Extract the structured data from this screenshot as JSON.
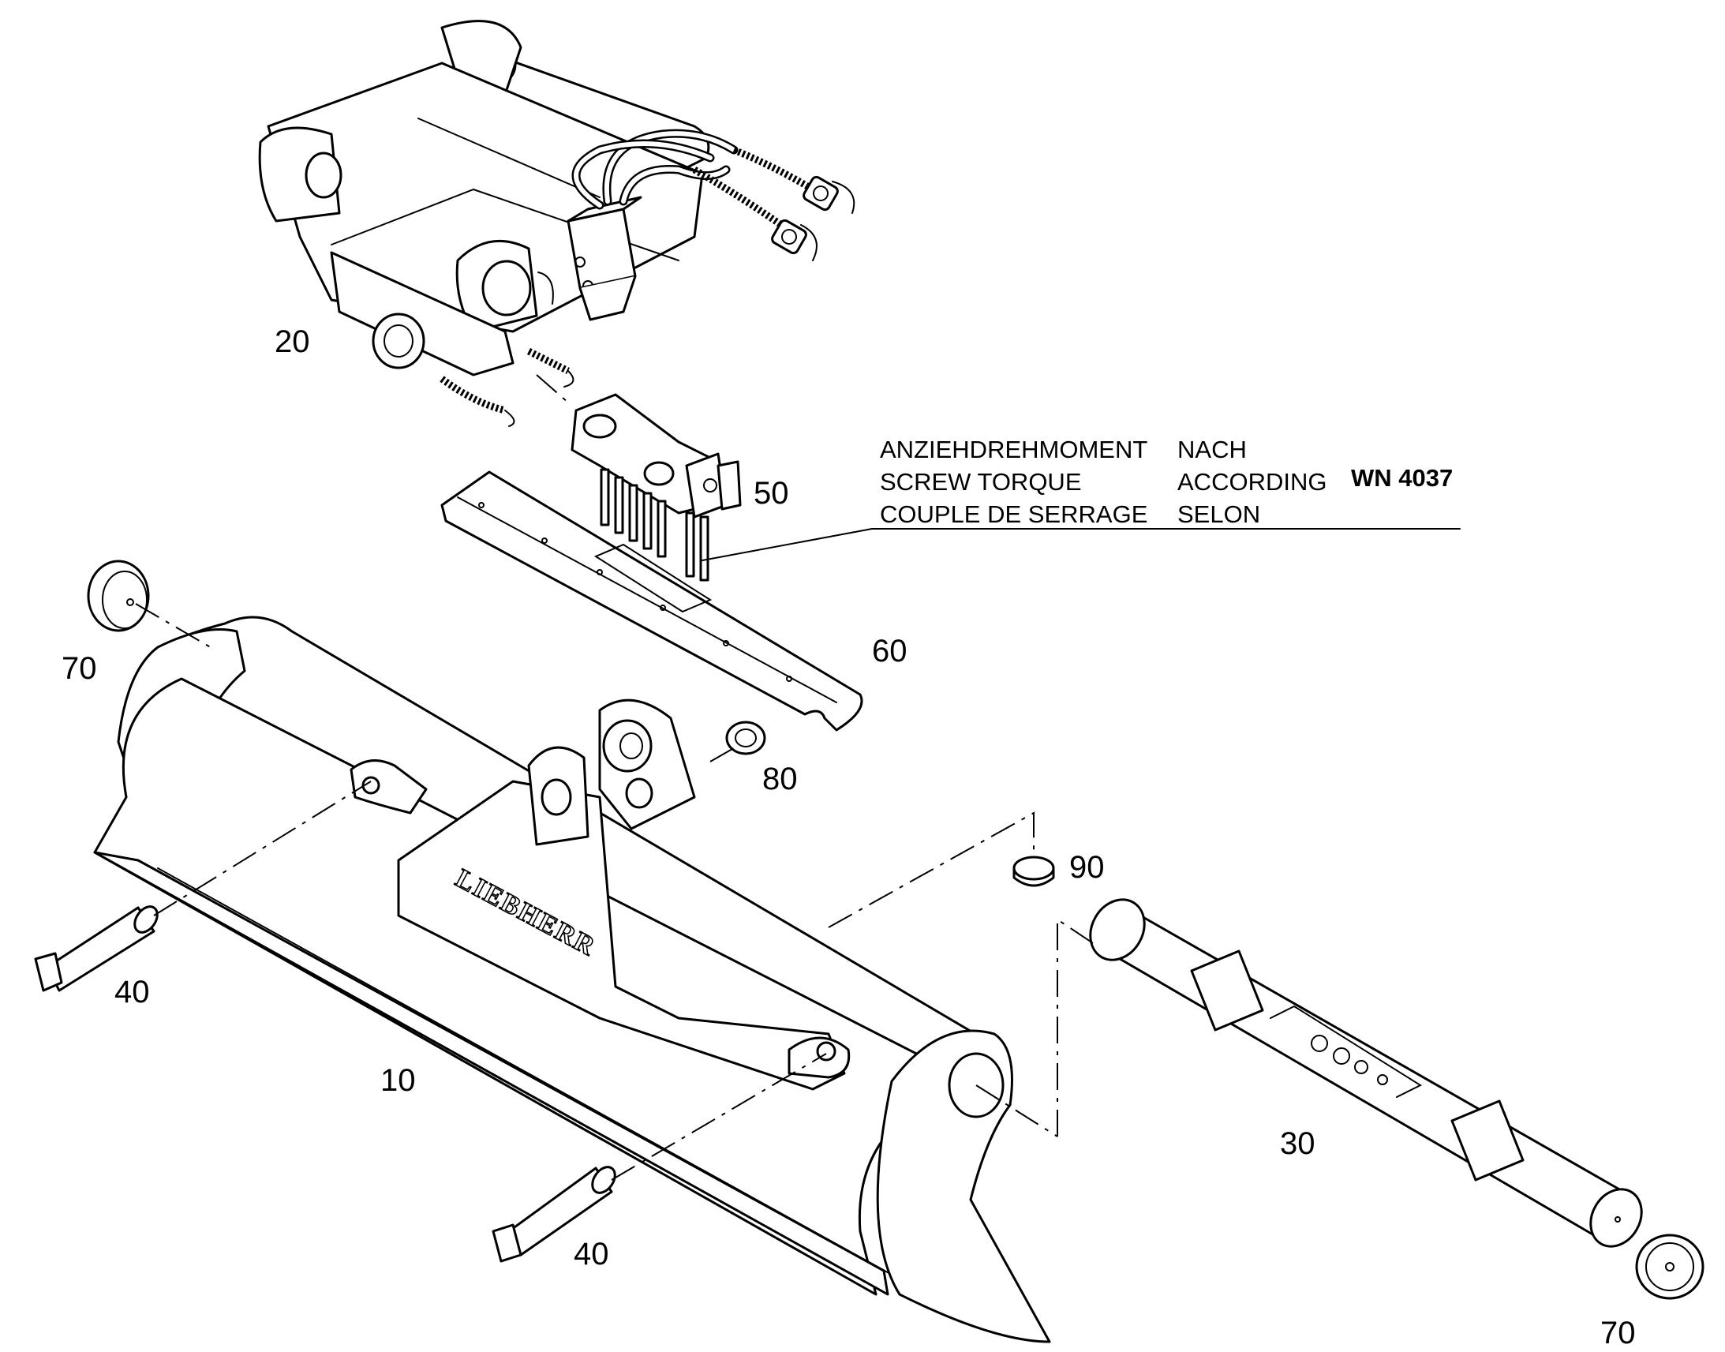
{
  "callouts": {
    "c10": "10",
    "c20": "20",
    "c30": "30",
    "c40a": "40",
    "c40b": "40",
    "c50": "50",
    "c60": "60",
    "c70a": "70",
    "c70b": "70",
    "c80": "80",
    "c90": "90"
  },
  "torque_note": {
    "line1_term": "ANZIEHDREHMOMENT",
    "line1_word": "NACH",
    "line2_term": "SCREW TORQUE",
    "line2_word": "ACCORDING",
    "line3_term": "COUPLE DE SERRAGE",
    "line3_word": "SELON",
    "standard": "WN 4037"
  },
  "brand_marking": "LIEBHERR"
}
